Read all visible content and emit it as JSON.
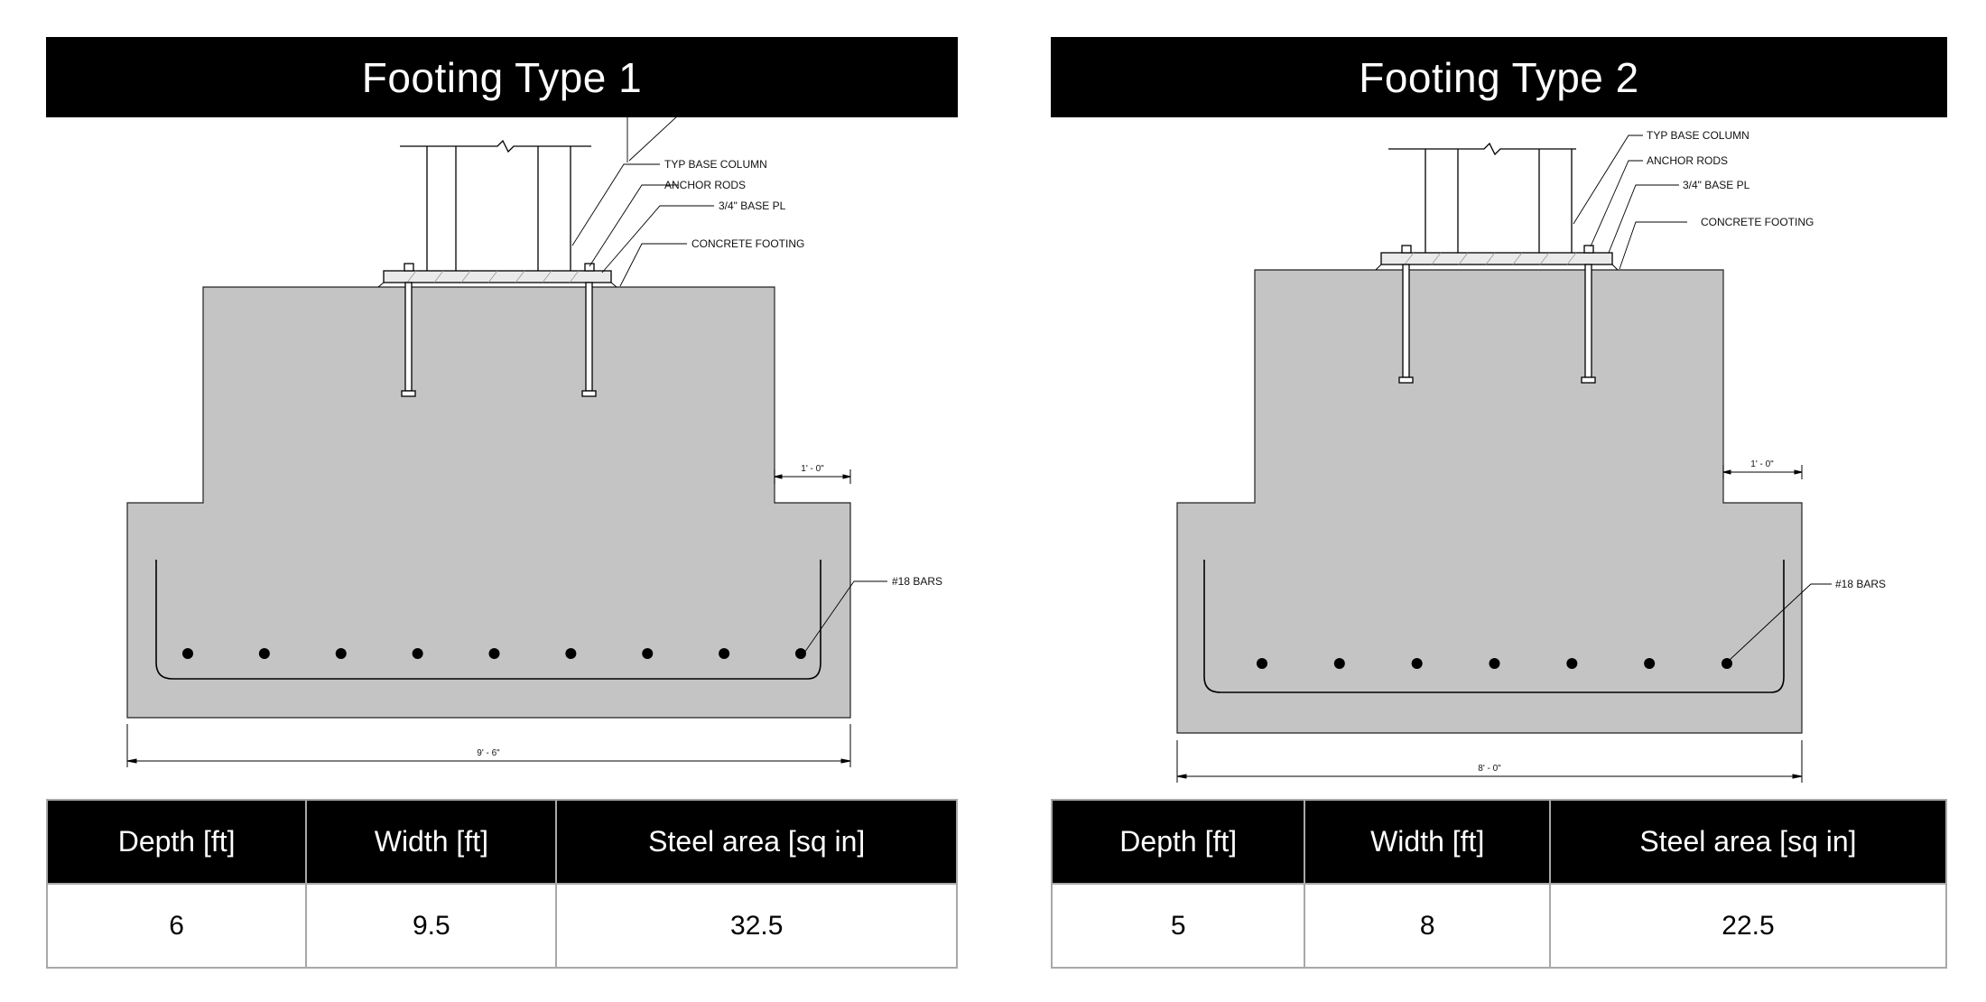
{
  "footings": [
    {
      "title": "Footing Type 1",
      "labels": {
        "column": "TYP BASE COLUMN",
        "anchor_rods": "ANCHOR RODS",
        "base_plate": "3/4\" BASE PL",
        "footing": "CONCRETE FOOTING",
        "bars": "#18 BARS"
      },
      "step_dimension": "1' - 0\"",
      "width_dimension": "9' - 6\"",
      "bar_count": 9,
      "table": {
        "headers": [
          "Depth [ft]",
          "Width [ft]",
          "Steel area [sq in]"
        ],
        "values": [
          "6",
          "9.5",
          "32.5"
        ]
      }
    },
    {
      "title": "Footing Type 2",
      "labels": {
        "column": "TYP BASE COLUMN",
        "anchor_rods": "ANCHOR RODS",
        "base_plate": "3/4\" BASE PL",
        "footing": "CONCRETE FOOTING",
        "bars": "#18 BARS"
      },
      "step_dimension": "1' - 0\"",
      "width_dimension": "8' - 0\"",
      "bar_count": 7,
      "table": {
        "headers": [
          "Depth [ft]",
          "Width [ft]",
          "Steel area [sq in]"
        ],
        "values": [
          "5",
          "8",
          "22.5"
        ]
      }
    }
  ],
  "colors": {
    "concrete": "#c4c4c4",
    "header_bg": "#000000",
    "table_border": "#a8a8a8"
  }
}
